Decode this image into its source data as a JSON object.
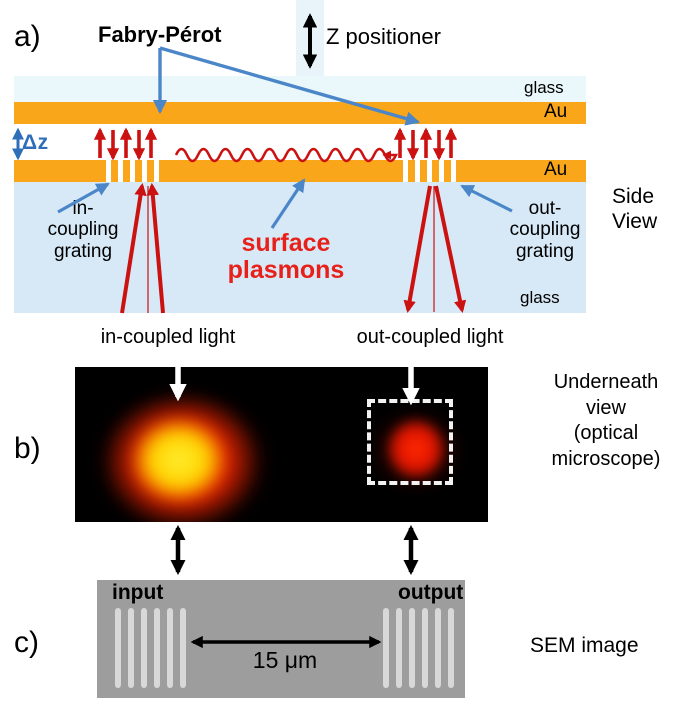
{
  "figure": {
    "panels": [
      "a",
      "b",
      "c"
    ],
    "colors": {
      "gold": "#f9a61a",
      "glass_top": "#eaf7fb",
      "glass_bottom": "#d7e9f7",
      "red": "#e8201a",
      "blue_arrow": "#4a86c8",
      "dz_blue": "#2f6fba",
      "sem_gray": "#9d9d9d",
      "sem_bar": "#d8d8d8",
      "background": "#ffffff"
    }
  },
  "panel_a": {
    "letter": "a)",
    "fabry_perot_label": "Fabry-Pérot",
    "z_positioner_label": "Z positioner",
    "delta_z_label": "Δz",
    "glass_top_label": "glass",
    "au_top_label": "Au",
    "au_bottom_label": "Au",
    "glass_bottom_label": "glass",
    "in_coupling_label": "in-\ncoupling\ngrating",
    "in_coupling_lines": [
      "in-",
      "coupling",
      "grating"
    ],
    "out_coupling_lines": [
      "out-",
      "coupling",
      "grating"
    ],
    "surface_plasmons_lines": [
      "surface",
      "plasmons"
    ],
    "side_view_lines": [
      "Side",
      "View"
    ]
  },
  "panel_b": {
    "letter": "b)",
    "in_coupled_label": "in-coupled light",
    "out_coupled_label": "out-coupled light",
    "caption_lines": [
      "Underneath",
      "view",
      "(optical",
      "microscope)"
    ],
    "dashed_box": "region-of-interest"
  },
  "panel_c": {
    "letter": "c)",
    "input_label": "input",
    "output_label": "output",
    "scale_label": "15 μm",
    "caption": "SEM image"
  }
}
